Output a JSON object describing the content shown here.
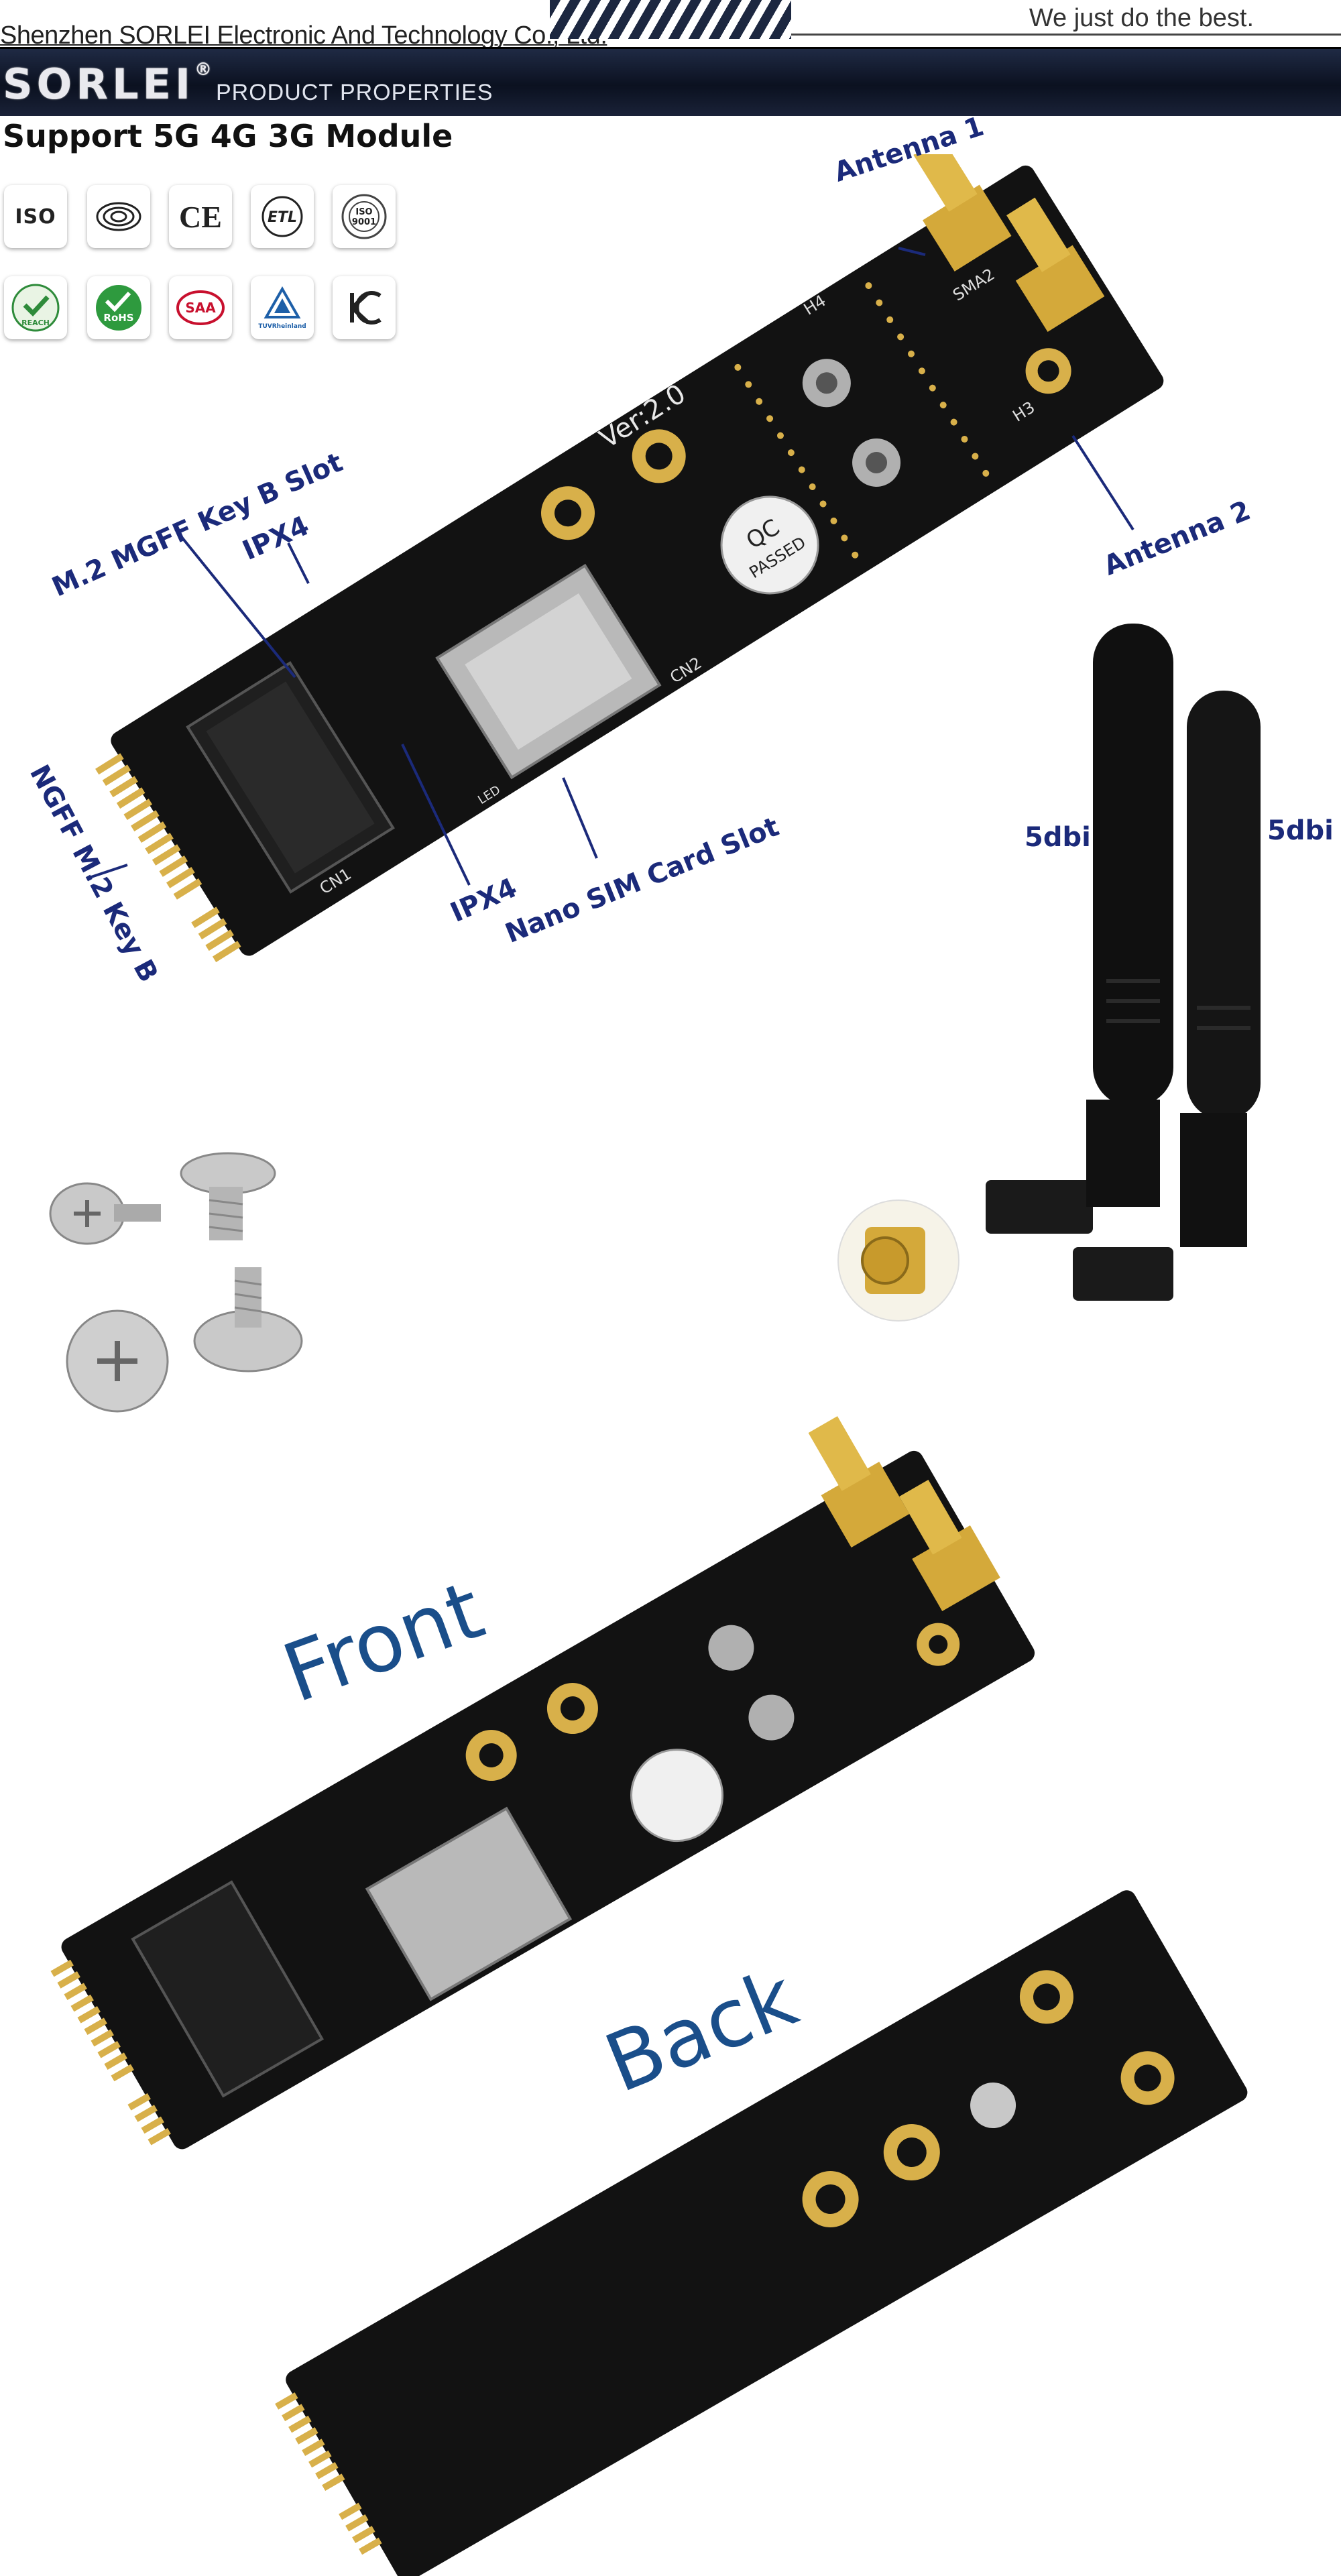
{
  "header": {
    "company": "Shenzhen SORLEI Electronic And Technology Co., Ltd.",
    "slogan": "We just do the best.",
    "brand": "SORLEI",
    "brand_mark": "®",
    "subtitle": "PRODUCT PROPERTIES"
  },
  "support_text": "Support 5G 4G 3G Module",
  "certifications": {
    "row1": [
      "ISO",
      "CCC",
      "CE",
      "ETL",
      "ISO 9001"
    ],
    "row2": [
      "REACH",
      "RoHS",
      "SAA",
      "TUV Rheinland",
      "KC"
    ]
  },
  "board_top": {
    "version": "Ver:2.0",
    "qc": "QC PASSED",
    "silk_cn1": "CN1",
    "silk_cn2": "CN2",
    "silk_h3": "H3",
    "silk_h4": "H4",
    "silk_sma2": "SMA2",
    "silk_led": "LED"
  },
  "callouts": {
    "antenna1": "Antenna 1",
    "antenna2": "Antenna 2",
    "mgff_slot": "M.2 MGFF Key B Slot",
    "ipx4_top": "IPX4",
    "ipx4_bottom": "IPX4",
    "nano_sim": "Nano SIM Card Slot",
    "ngff_key": "NGFF M.2 Key B",
    "gain_left": "5dbi",
    "gain_right": "5dbi"
  },
  "views": {
    "front": "Front",
    "back": "Back"
  },
  "colors": {
    "label_blue": "#1b2a7a",
    "view_blue": "#1a4e8a",
    "pcb_black": "#121212",
    "gold": "#d4a93a"
  }
}
